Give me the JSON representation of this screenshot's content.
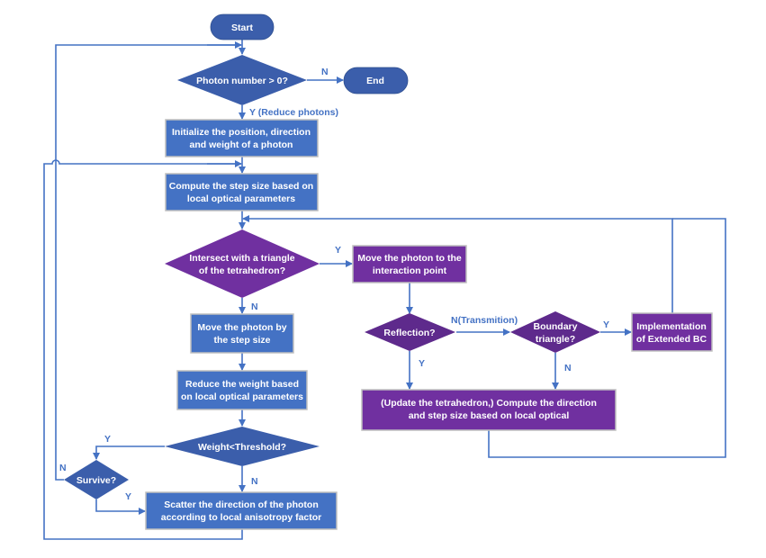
{
  "colors": {
    "line": "#4472C4",
    "process_blue": "#4472C4",
    "terminal_decision_blue": "#3B5EAB",
    "process_purple": "#7030A0",
    "decision_purple": "#5E2A8C",
    "box_border": "#BFBFBF"
  },
  "nodes": {
    "start": "Start",
    "end": "End",
    "photon_check": "Photon number > 0?",
    "init": [
      "Initialize the position, direction",
      "and weight of a photon"
    ],
    "step_size": [
      "Compute the step size based on",
      "local optical parameters"
    ],
    "intersect": [
      "Intersect with a triangle",
      "of the tetrahedron?"
    ],
    "move_interaction": [
      "Move the photon to the",
      "interaction point"
    ],
    "reflection": "Reflection?",
    "boundary": [
      "Boundary",
      "triangle?"
    ],
    "extended_bc": [
      "Implementation",
      "of Extended BC"
    ],
    "update": [
      "(Update the tetrahedron,) Compute the direction",
      "and step size based on local optical"
    ],
    "move_step": [
      "Move the photon by",
      "the step size"
    ],
    "reduce_weight": [
      "Reduce the weight based",
      "on local optical parameters"
    ],
    "weight_check": "Weight<Threshold?",
    "survive": "Survive?",
    "scatter": [
      "Scatter the direction of the photon",
      "according to local anisotropy factor"
    ]
  },
  "edge_labels": {
    "photon_no": "N",
    "photon_yes": "Y (Reduce photons)",
    "intersect_yes": "Y",
    "intersect_no": "N",
    "reflection_no": "N(Transmition)",
    "reflection_yes": "Y",
    "boundary_yes": "Y",
    "boundary_no": "N",
    "weight_yes": "Y",
    "weight_no": "N",
    "survive_no": "N",
    "survive_yes": "Y"
  }
}
